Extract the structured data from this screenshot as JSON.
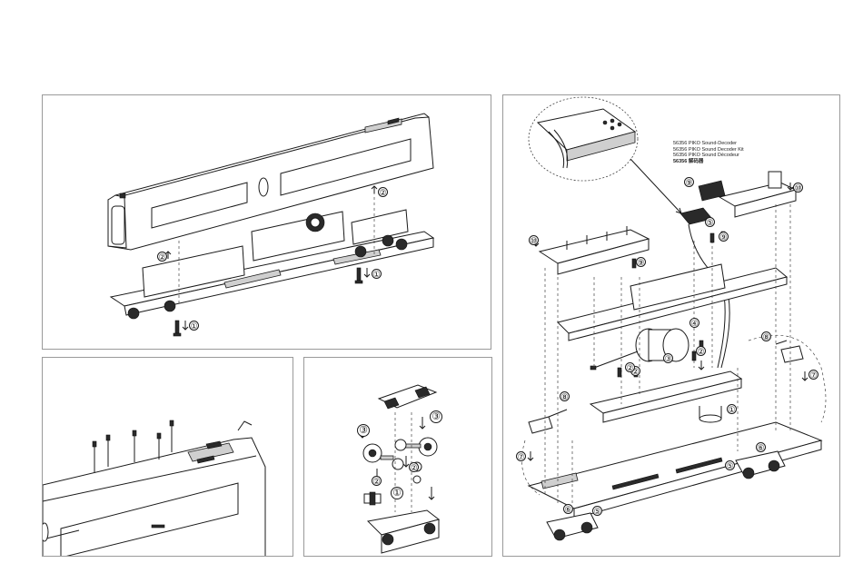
{
  "panels": {
    "body_removal": {
      "steps": [
        "②",
        "②",
        "①",
        "①"
      ]
    },
    "roof_detail": {
      "pins": 5
    },
    "bogie": {
      "steps": [
        "③",
        "③",
        "②",
        "②",
        "①"
      ]
    },
    "chassis_exploded": {
      "decoder_lines": [
        "56356 PIKO Sound-Decoder",
        "56356 PIKO Sound Decoder Kit",
        "56356 PIKO Sound Décodeur",
        "56356 解码器"
      ],
      "steps": [
        "⑩",
        "⑨",
        "⑨",
        "⑩",
        "⑨",
        "⑤",
        "④",
        "③",
        "②",
        "②",
        "②",
        "⑧",
        "⑧",
        "⑦",
        "⑦",
        "⑥",
        "⑥",
        "①",
        "⑤",
        "⑤"
      ]
    }
  },
  "colors": {
    "line": "#1a1a1a",
    "border": "#9a9a9a",
    "shade": "#cfcfcf",
    "dark": "#2a2a2a"
  }
}
